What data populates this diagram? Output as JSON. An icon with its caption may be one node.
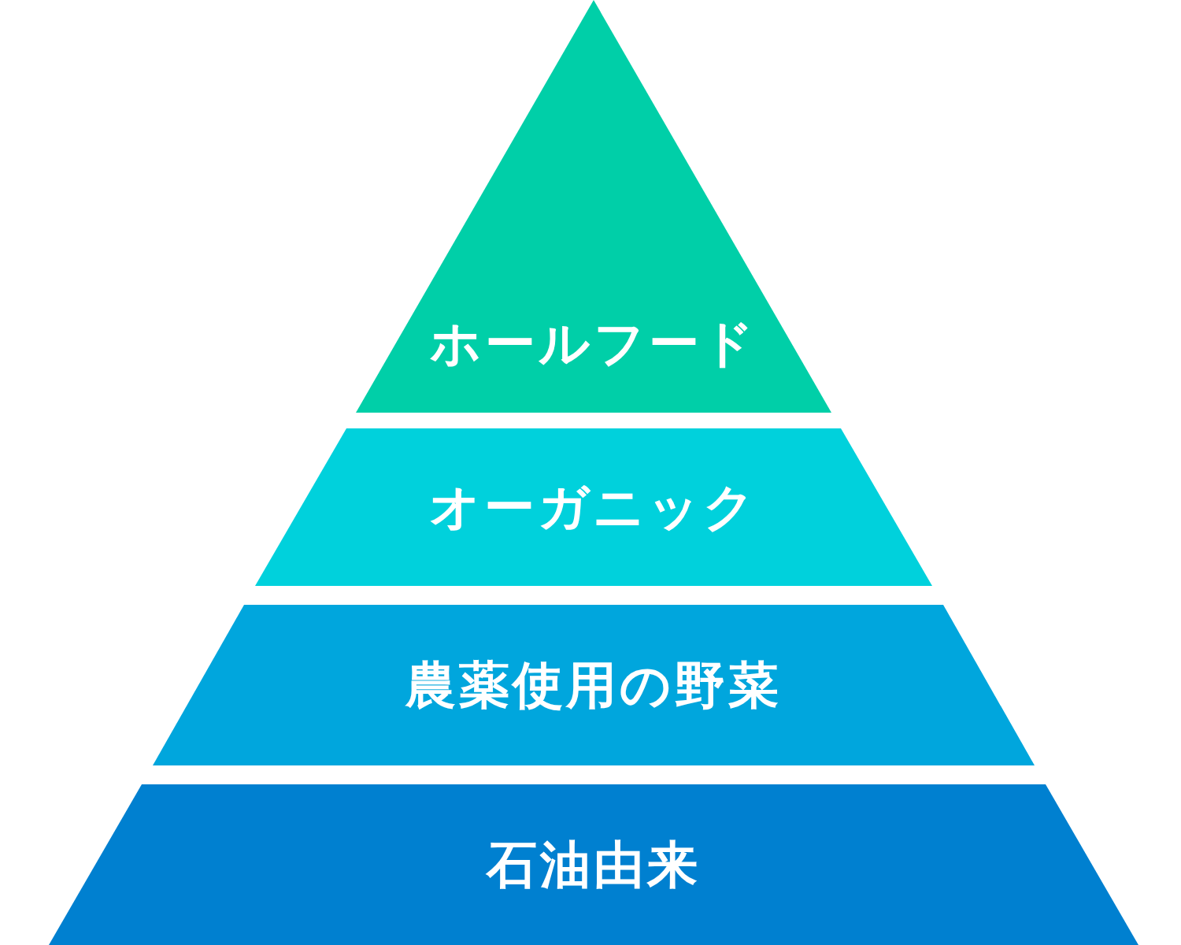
{
  "diagram": {
    "nodes": [
      {
        "text": [
          "ホールフード"
        ]
      },
      {
        "text": [
          "オーガニック"
        ]
      },
      {
        "text": [
          "農薬使用の野菜"
        ]
      },
      {
        "text": [
          "石油由来"
        ]
      }
    ]
  }
}
